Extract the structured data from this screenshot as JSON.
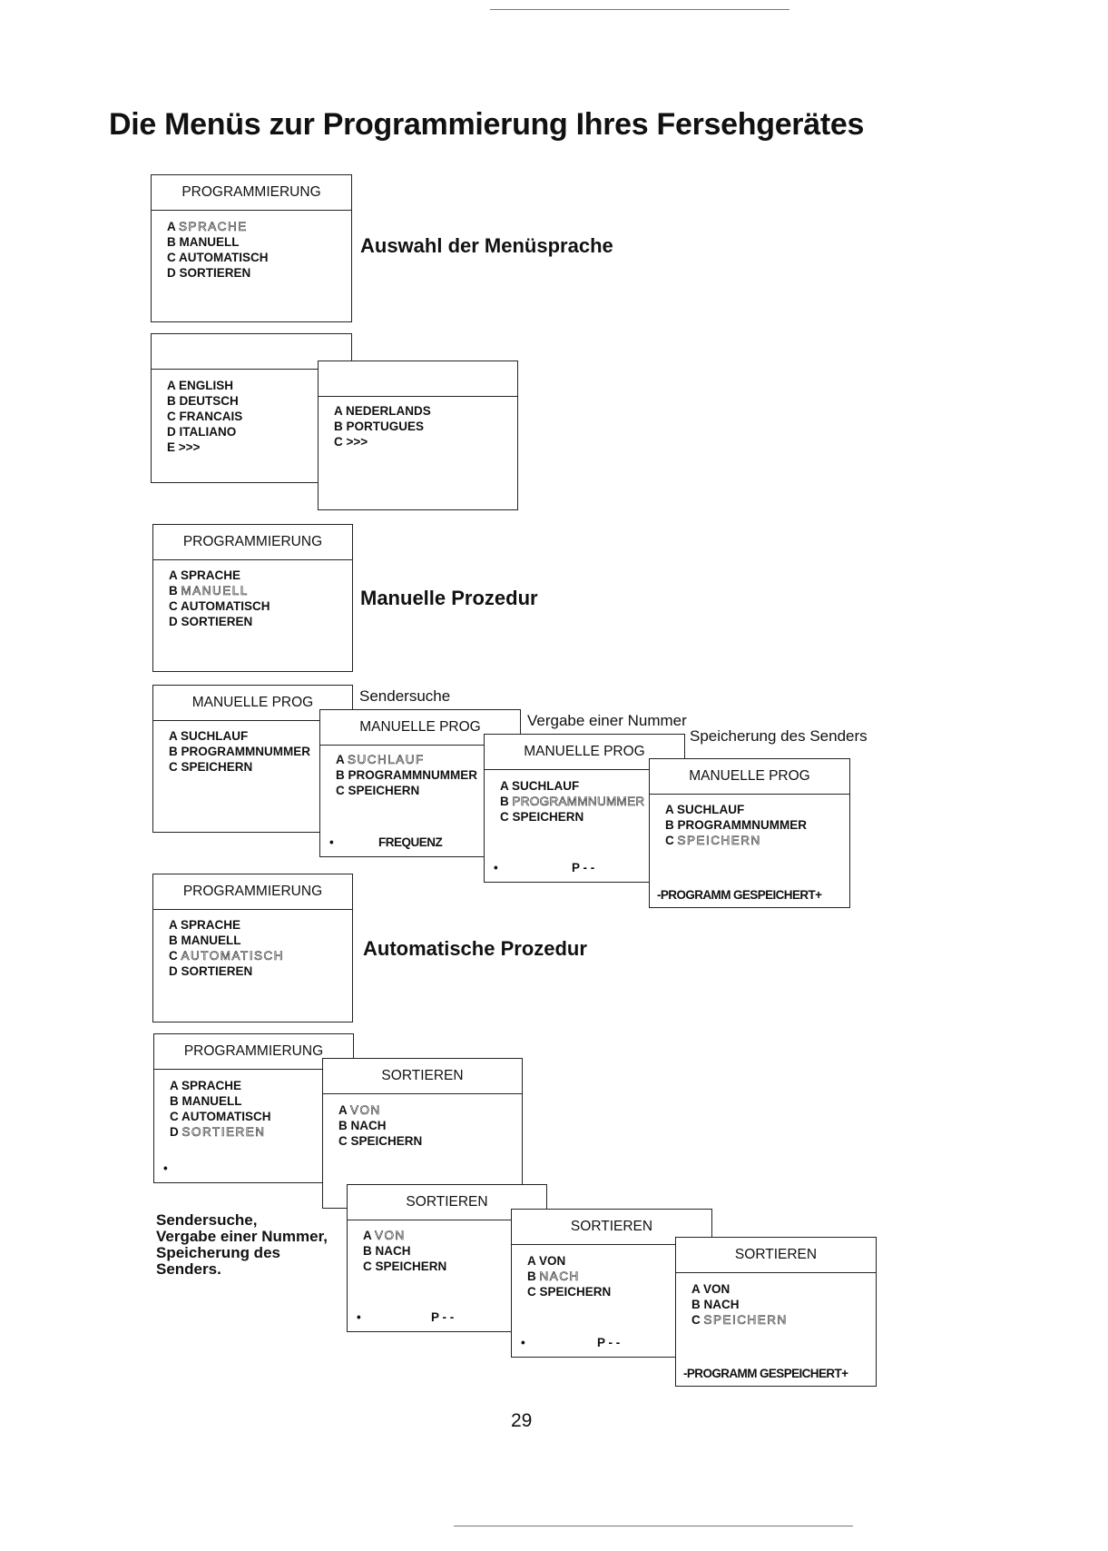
{
  "title": "Die Menüs zur Programmierung Ihres Fersehgerätes",
  "sections": {
    "language": "Auswahl der Menüsprache",
    "manual": "Manuelle Prozedur",
    "automatic": "Automatische Prozedur"
  },
  "captions": {
    "search": "Sendersuche",
    "number": "Vergabe einer Nummer",
    "storing": "Speicherung des Senders"
  },
  "note": {
    "line1": "Sendersuche,",
    "line2": "Vergabe einer Nummer,",
    "line3": "Speicherung des",
    "line4": "Senders."
  },
  "menus": {
    "prog_header": "PROGRAMMIERUNG",
    "manual_header": "MANUELLE PROG",
    "sort_header": "SORTIEREN",
    "prog_items": [
      "A SPRACHE",
      "B MANUELL",
      "C AUTOMATISCH",
      "D SORTIEREN"
    ],
    "lang_items_1": [
      "A ENGLISH",
      "B DEUTSCH",
      "C FRANCAIS",
      "D ITALIANO",
      "E >>>"
    ],
    "lang_items_2": [
      "A NEDERLANDS",
      "B PORTUGUES",
      "C >>>"
    ],
    "manual_items": [
      "A SUCHLAUF",
      "B PROGRAMMNUMMER",
      "C SPEICHERN"
    ],
    "sort_items": [
      "A VON",
      "B NACH",
      "C SPEICHERN"
    ],
    "hl_letters": {
      "a": "A ",
      "b": "B ",
      "c": "C ",
      "d": "D "
    },
    "hl_words": {
      "sprache": "SPRACHE",
      "manuell": "MANUELL",
      "automatisch": "AUTOMATISCH",
      "sortieren": "SORTIEREN",
      "suchlauf": "SUCHLAUF",
      "programmnummer": "PROGRAMMNUMMER",
      "speichern": "SPEICHERN",
      "von": "VON",
      "nach": "NACH"
    },
    "freq_label": "FREQUENZ",
    "p_label": "P - -",
    "bullet": "•",
    "saved": "-PROGRAMM GESPEICHERT+"
  },
  "page_number": "29"
}
